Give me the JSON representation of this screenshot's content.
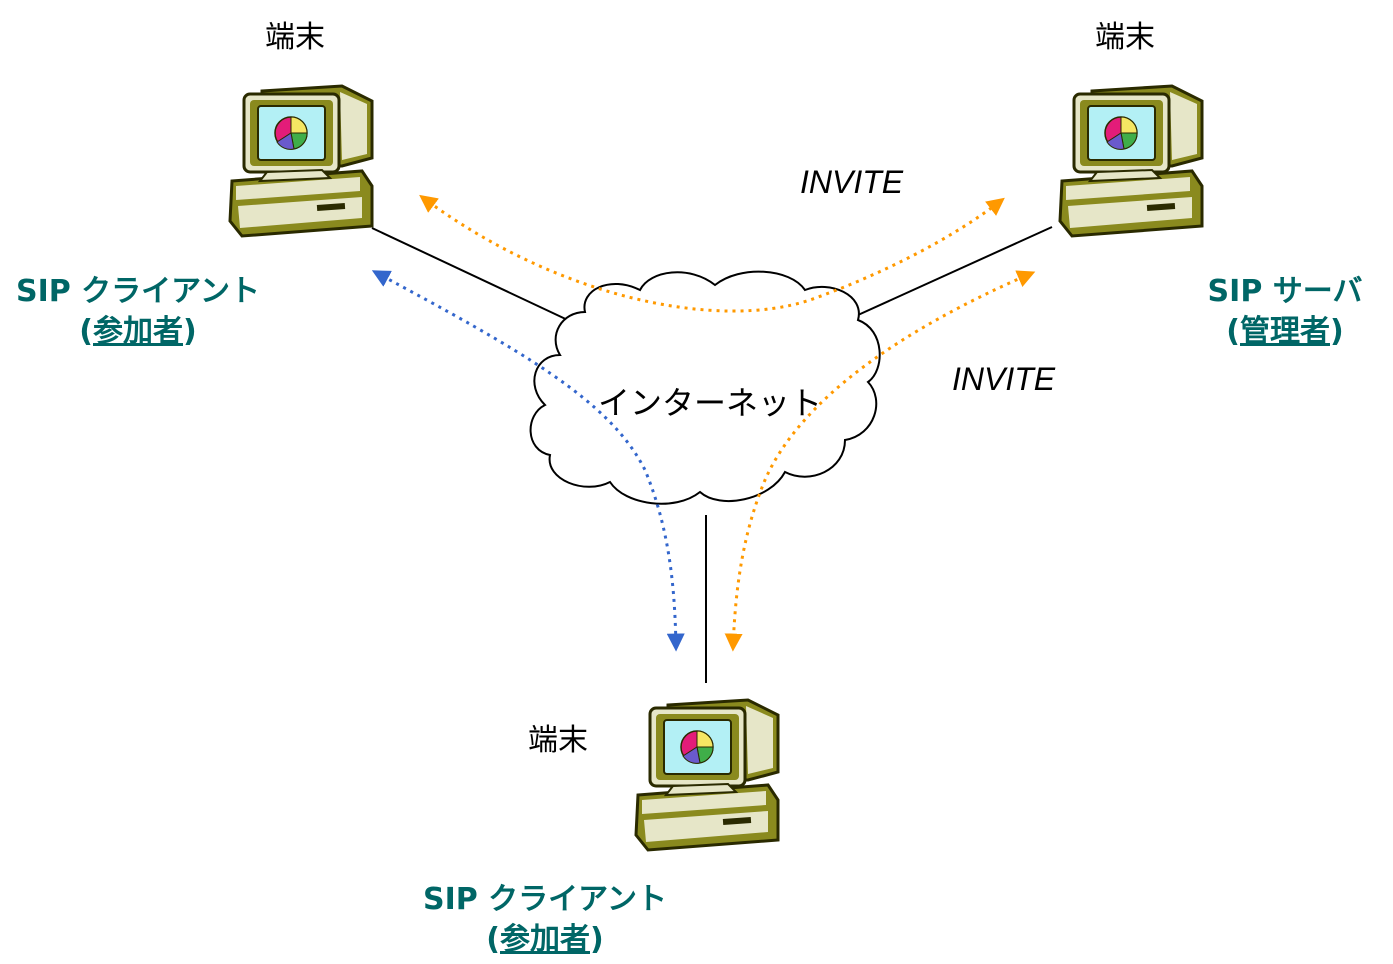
{
  "terminals": {
    "top_left": "端末",
    "top_right": "端末",
    "bottom": "端末"
  },
  "roles": {
    "client_left": {
      "name": "SIP クライアント",
      "paren_open": "(",
      "sub": "参加者",
      "paren_close": ")"
    },
    "server": {
      "name": "SIP サーバ",
      "paren_open": "(",
      "sub": "管理者",
      "paren_close": ")"
    },
    "client_bottom": {
      "name": "SIP クライアント",
      "paren_open": "(",
      "sub": "参加者",
      "paren_close": ")"
    }
  },
  "messages": {
    "invite_upper": "INVITE",
    "invite_lower": "INVITE"
  },
  "cloud": {
    "label": "インターネット"
  },
  "colors": {
    "role_text": "#006666",
    "orange_arrow": "#FF9900",
    "blue_arrow": "#3366CC",
    "monitor_body": "#8A8A1E",
    "monitor_light": "#E6E6C8",
    "screen": "#B3F0F5"
  },
  "icons": [
    "desktop-computer-icon",
    "desktop-computer-icon",
    "desktop-computer-icon",
    "cloud-shape"
  ]
}
